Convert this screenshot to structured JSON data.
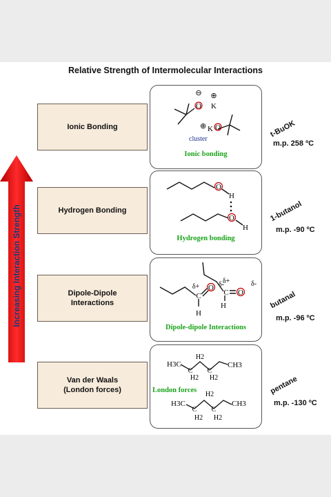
{
  "title": "Relative Strength of Intermolecular Interactions",
  "arrow_label": "Increasing Interaction Strength",
  "colors": {
    "arrow": "#e02020",
    "caption": "#1aa31a",
    "oxygen": "#c00000",
    "category_fill": "#f7ebdc"
  },
  "categories": [
    {
      "label_lines": [
        "Ionic Bonding"
      ]
    },
    {
      "label_lines": [
        "Hydrogen Bonding"
      ]
    },
    {
      "label_lines": [
        "Dipole-Dipole",
        "Interactions"
      ]
    },
    {
      "label_lines": [
        "Van der Waals",
        "(London forces)"
      ]
    }
  ],
  "molecules": [
    {
      "caption": "Ionic bonding",
      "compound": "t-BuOK",
      "mp": "m.p.  258 ºC",
      "labels": {
        "o": "O",
        "k": "K",
        "plus": "⊕",
        "minus": "⊖",
        "cluster": "cluster"
      }
    },
    {
      "caption": "Hydrogen bonding",
      "compound": "1-butanol",
      "mp": "m.p. -90 ºC",
      "labels": {
        "o": "O",
        "h": "H"
      }
    },
    {
      "caption": "Dipole-dipole Interactions",
      "compound": "butanal",
      "mp": "m.p. -96 ºC",
      "labels": {
        "o": "O",
        "h": "H",
        "c": "C",
        "dplus": "δ+",
        "dminus": "δ-"
      }
    },
    {
      "caption": "London forces",
      "compound": "pentane",
      "mp": "m.p. -130 ºC",
      "labels": {
        "h3c": "H3C",
        "ch3": "CH3",
        "c": "C",
        "h2": "H2"
      }
    }
  ]
}
